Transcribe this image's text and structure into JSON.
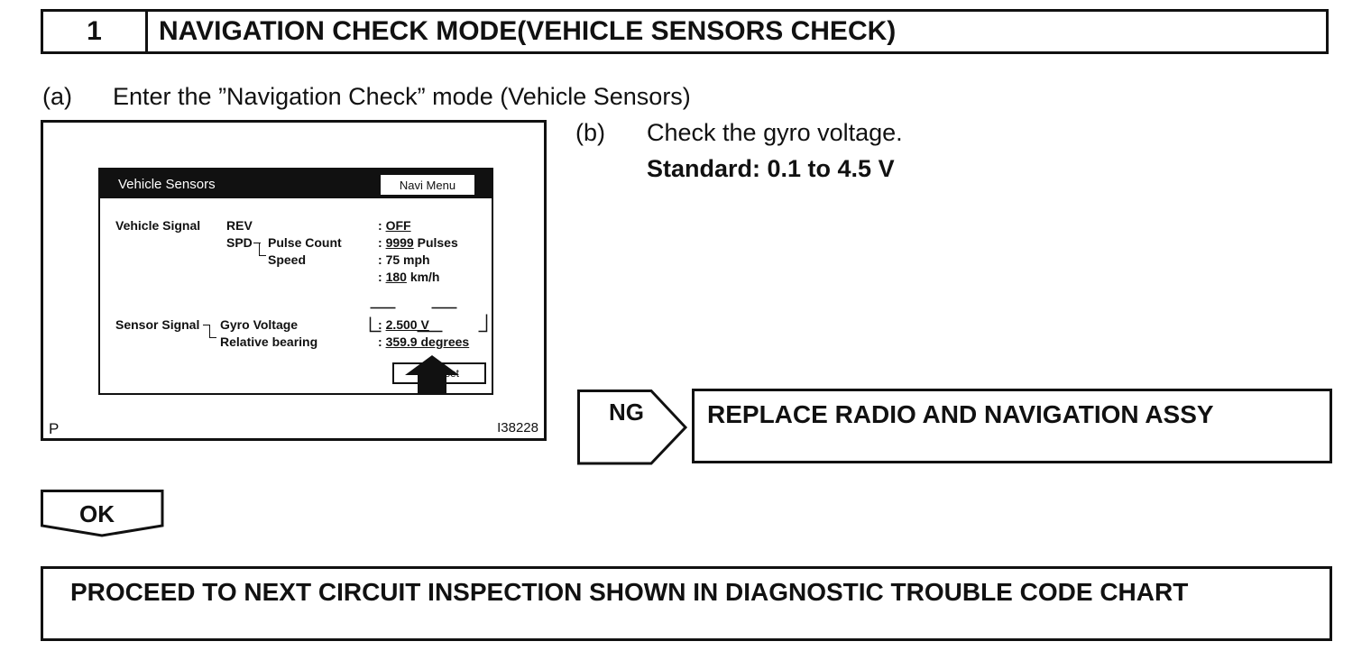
{
  "header": {
    "step_number": "1",
    "title": "NAVIGATION CHECK MODE(VEHICLE SENSORS CHECK)"
  },
  "step_a": {
    "marker": "(a)",
    "text": "Enter the ”Navigation Check” mode (Vehicle Sensors)"
  },
  "figure": {
    "screen_title": "Vehicle Sensors",
    "navi_menu_label": "Navi Menu",
    "vehicle_signal_label": "Vehicle Signal",
    "rev_label": "REV",
    "spd_label": "SPD",
    "pulse_count_label": "Pulse Count",
    "speed_label": "Speed",
    "rev_value": "OFF",
    "pulse_value": "9999",
    "pulse_unit": "Pulses",
    "speed_mph": "75 mph",
    "speed_kmh": "180",
    "speed_kmh_unit": "km/h",
    "sensor_signal_label": "Sensor Signal",
    "gyro_voltage_label": "Gyro Voltage",
    "relative_bearing_label": "Relative bearing",
    "gyro_value": "2.500 V",
    "bearing_value": "359.9 degrees",
    "reset_label": "set",
    "corner_left": "P",
    "figure_id": "I38228",
    "colon": ":"
  },
  "step_b": {
    "marker": "(b)",
    "text": "Check the gyro voltage.",
    "standard": "Standard: 0.1 to 4.5 V"
  },
  "ng": {
    "label": "NG",
    "action": "REPLACE RADIO AND NAVIGATION ASSY"
  },
  "ok": {
    "label": "OK",
    "action": "PROCEED TO NEXT CIRCUIT INSPECTION SHOWN IN DIAGNOSTIC TROUBLE CODE CHART"
  }
}
